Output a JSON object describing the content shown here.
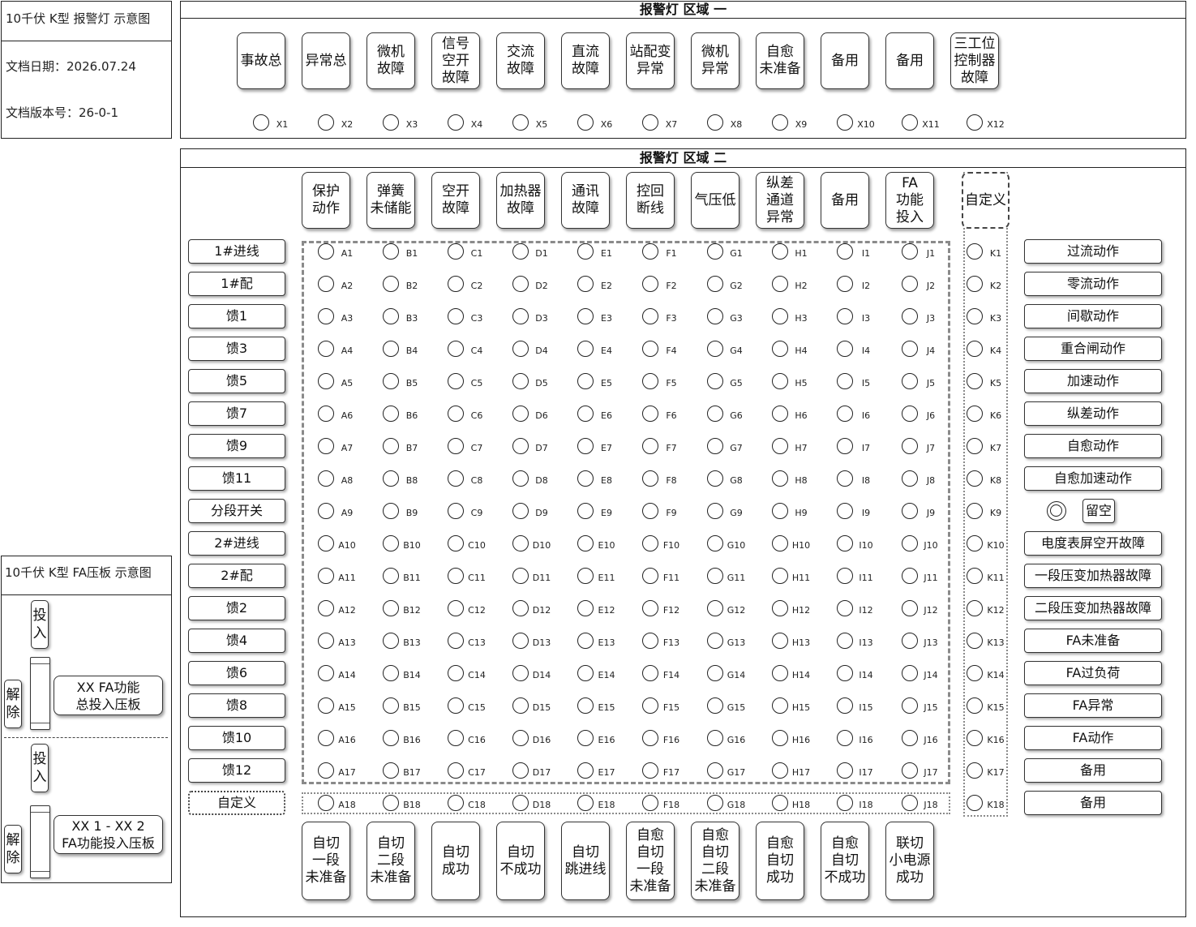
{
  "doc_panel": {
    "title": "10千伏 K型 报警灯 示意图",
    "date": "文档日期：2026.07.24",
    "version": "文档版本号：26-0-1"
  },
  "region1": {
    "title": "报警灯 区域 一",
    "buttons": [
      "事故总",
      "异常总",
      "微机\n故障",
      "信号\n空开\n故障",
      "交流\n故障",
      "直流\n故障",
      "站配变\n异常",
      "微机\n异常",
      "自愈\n未准备",
      "备用",
      "备用",
      "三工位\n控制器\n故障"
    ],
    "indicators": [
      "X1",
      "X2",
      "X3",
      "X4",
      "X5",
      "X6",
      "X7",
      "X8",
      "X9",
      "X10",
      "X11",
      "X12"
    ]
  },
  "region2": {
    "title": "报警灯 区域 二",
    "column_headers": [
      "保护\n动作",
      "弹簧\n未储能",
      "空开\n故障",
      "加热器\n故障",
      "通讯\n故障",
      "控回\n断线",
      "气压低",
      "纵差\n通道\n异常",
      "备用",
      "FA\n功能\n投入"
    ],
    "custom_header": "自定义",
    "rows": [
      {
        "label": "1#进线",
        "cells": [
          "A1",
          "B1",
          "C1",
          "D1",
          "E1",
          "F1",
          "G1",
          "H1",
          "I1",
          "J1"
        ],
        "k": "K1",
        "right": "过流动作"
      },
      {
        "label": "1#配",
        "cells": [
          "A2",
          "B2",
          "C2",
          "D2",
          "E2",
          "F2",
          "G2",
          "H2",
          "I2",
          "J2"
        ],
        "k": "K2",
        "right": "零流动作"
      },
      {
        "label": "馈1",
        "cells": [
          "A3",
          "B3",
          "C3",
          "D3",
          "E3",
          "F3",
          "G3",
          "H3",
          "I3",
          "J3"
        ],
        "k": "K3",
        "right": "间歇动作"
      },
      {
        "label": "馈3",
        "cells": [
          "A4",
          "B4",
          "C4",
          "D4",
          "E4",
          "F4",
          "G4",
          "H4",
          "I4",
          "J4"
        ],
        "k": "K4",
        "right": "重合闸动作"
      },
      {
        "label": "馈5",
        "cells": [
          "A5",
          "B5",
          "C5",
          "D5",
          "E5",
          "F5",
          "G5",
          "H5",
          "I5",
          "J5"
        ],
        "k": "K5",
        "right": "加速动作"
      },
      {
        "label": "馈7",
        "cells": [
          "A6",
          "B6",
          "C6",
          "D6",
          "E6",
          "F6",
          "G6",
          "H6",
          "I6",
          "J6"
        ],
        "k": "K6",
        "right": "纵差动作"
      },
      {
        "label": "馈9",
        "cells": [
          "A7",
          "B7",
          "C7",
          "D7",
          "E7",
          "F7",
          "G7",
          "H7",
          "I7",
          "J7"
        ],
        "k": "K7",
        "right": "自愈动作"
      },
      {
        "label": "馈11",
        "cells": [
          "A8",
          "B8",
          "C8",
          "D8",
          "E8",
          "F8",
          "G8",
          "H8",
          "I8",
          "J8"
        ],
        "k": "K8",
        "right": "自愈加速动作"
      },
      {
        "label": "分段开关",
        "cells": [
          "A9",
          "B9",
          "C9",
          "D9",
          "E9",
          "F9",
          "G9",
          "H9",
          "I9",
          "J9"
        ],
        "k": "K9",
        "right": "留空",
        "right_icon": "radio-icon"
      },
      {
        "label": "2#进线",
        "cells": [
          "A10",
          "B10",
          "C10",
          "D10",
          "E10",
          "F10",
          "G10",
          "H10",
          "I10",
          "J10"
        ],
        "k": "K10",
        "right": "电度表屏空开故障"
      },
      {
        "label": "2#配",
        "cells": [
          "A11",
          "B11",
          "C11",
          "D11",
          "E11",
          "F11",
          "G11",
          "H11",
          "I11",
          "J11"
        ],
        "k": "K11",
        "right": "一段压变加热器故障"
      },
      {
        "label": "馈2",
        "cells": [
          "A12",
          "B12",
          "C12",
          "D12",
          "E12",
          "F12",
          "G12",
          "H12",
          "I12",
          "J12"
        ],
        "k": "K12",
        "right": "二段压变加热器故障"
      },
      {
        "label": "馈4",
        "cells": [
          "A13",
          "B13",
          "C13",
          "D13",
          "E13",
          "F13",
          "G13",
          "H13",
          "I13",
          "J13"
        ],
        "k": "K13",
        "right": "FA未准备"
      },
      {
        "label": "馈6",
        "cells": [
          "A14",
          "B14",
          "C14",
          "D14",
          "E14",
          "F14",
          "G14",
          "H14",
          "I14",
          "J14"
        ],
        "k": "K14",
        "right": "FA过负荷"
      },
      {
        "label": "馈8",
        "cells": [
          "A15",
          "B15",
          "C15",
          "D15",
          "E15",
          "F15",
          "G15",
          "H15",
          "I15",
          "J15"
        ],
        "k": "K15",
        "right": "FA异常"
      },
      {
        "label": "馈10",
        "cells": [
          "A16",
          "B16",
          "C16",
          "D16",
          "E16",
          "F16",
          "G16",
          "H16",
          "I16",
          "J16"
        ],
        "k": "K16",
        "right": "FA动作"
      },
      {
        "label": "馈12",
        "cells": [
          "A17",
          "B17",
          "C17",
          "D17",
          "E17",
          "F17",
          "G17",
          "H17",
          "I17",
          "J17"
        ],
        "k": "K17",
        "right": "备用"
      },
      {
        "label": "自定义",
        "cells": [
          "A18",
          "B18",
          "C18",
          "D18",
          "E18",
          "F18",
          "G18",
          "H18",
          "I18",
          "J18"
        ],
        "k": "K18",
        "right": "备用"
      }
    ],
    "bottom_buttons": [
      "自切\n一段\n未准备",
      "自切\n二段\n未准备",
      "自切\n成功",
      "自切\n不成功",
      "自切\n跳进线",
      "自愈\n自切\n一段\n未准备",
      "自愈\n自切\n二段\n未准备",
      "自愈\n自切\n成功",
      "自愈\n自切\n不成功",
      "联切\n小电源\n成功"
    ]
  },
  "fa_panel": {
    "title": "10千伏 K型 FA压板 示意图",
    "plates": [
      {
        "on": "投\n入",
        "off": "解\n除",
        "name": "XX FA功能\n总投入压板"
      },
      {
        "on": "投\n入",
        "off": "解\n除",
        "name": "XX 1 - XX 2\nFA功能投入压板"
      }
    ]
  }
}
